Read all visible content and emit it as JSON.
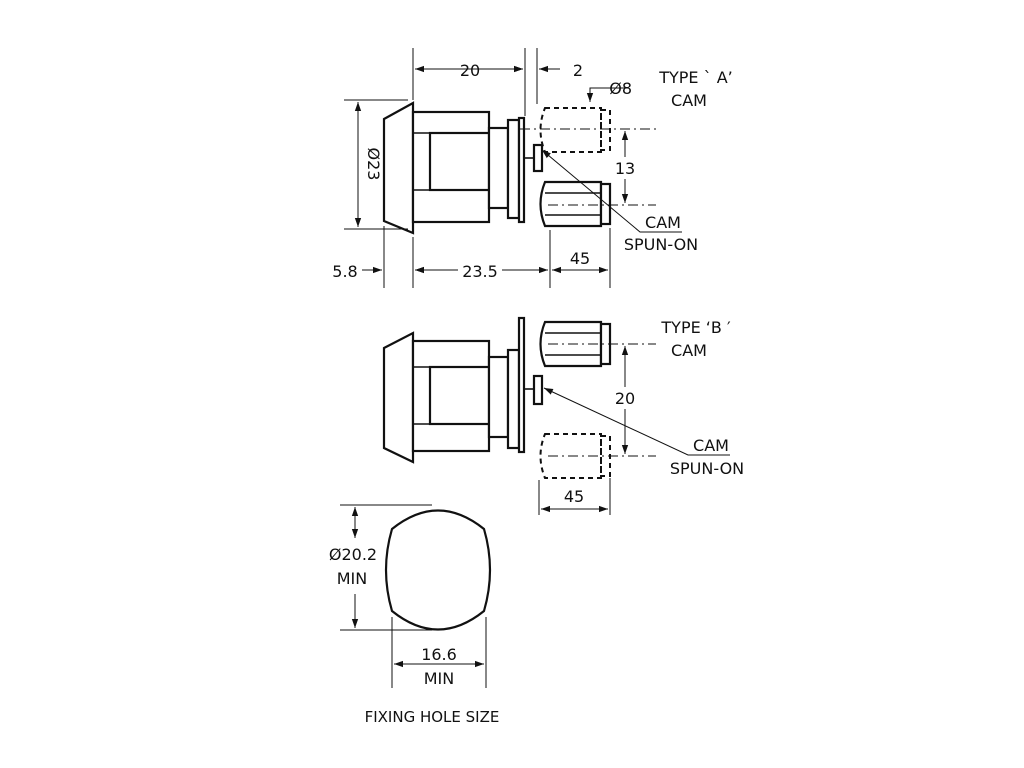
{
  "type_a": {
    "title_line1": "TYPE ` A’",
    "title_line2": "CAM",
    "dim_top": "20",
    "dim_gap": "2",
    "dim_cam_dia": "Ø8",
    "dim_offset": "13",
    "dim_body_dia": "Ø23",
    "dim_flange": "5.8",
    "dim_length": "23.5",
    "dim_cam_len": "45",
    "callout_line1": "CAM",
    "callout_line2": "SPUN-ON"
  },
  "type_b": {
    "title_line1": "TYPE ‘B ′",
    "title_line2": "CAM",
    "dim_offset": "20",
    "dim_cam_len": "45",
    "callout_line1": "CAM",
    "callout_line2": "SPUN-ON"
  },
  "fixing_hole": {
    "dim_dia_line1": "Ø20.2",
    "dim_dia_line2": "MIN",
    "dim_width_line1": "16.6",
    "dim_width_line2": "MIN",
    "caption": "FIXING HOLE SIZE"
  }
}
